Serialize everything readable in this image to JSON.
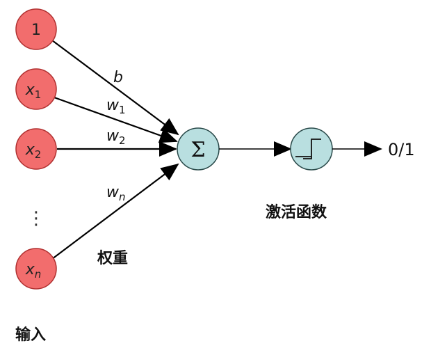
{
  "inputs": [
    {
      "base": "1",
      "sub": ""
    },
    {
      "base": "x",
      "sub": "1"
    },
    {
      "base": "x",
      "sub": "2"
    },
    {
      "base": "x",
      "sub": "n"
    }
  ],
  "ellipsis": "⋮",
  "weights": [
    {
      "base": "b",
      "sub": ""
    },
    {
      "base": "w",
      "sub": "1"
    },
    {
      "base": "w",
      "sub": "2"
    },
    {
      "base": "w",
      "sub": "n"
    }
  ],
  "sum_symbol": "Σ",
  "output_label": "0/1",
  "captions": {
    "weights": "权重",
    "activation": "激活函数",
    "inputs": "输入"
  },
  "colors": {
    "input_fill": "#f26d6d",
    "input_stroke": "#b03030",
    "unit_fill": "#b9dfe0",
    "unit_stroke": "#2a4a4a"
  }
}
